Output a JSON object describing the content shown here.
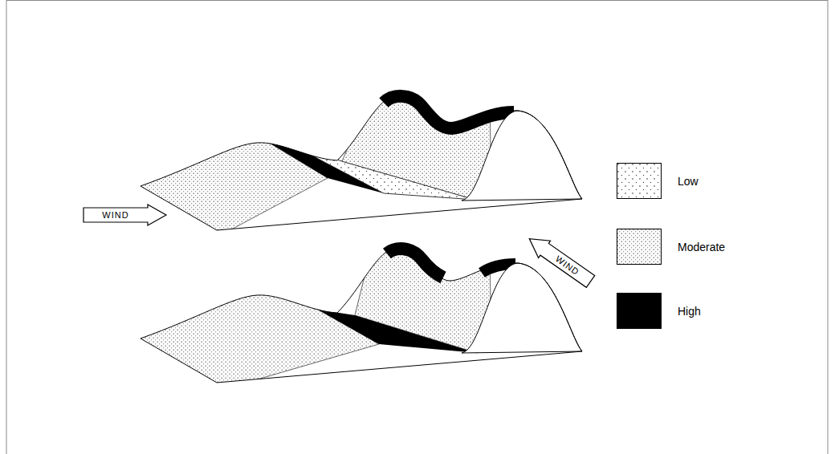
{
  "diagram": {
    "nodes": [
      {
        "text": [
          "WIND"
        ]
      },
      {
        "text": [
          "WIND"
        ]
      }
    ],
    "legend": [
      {
        "text": "Low"
      },
      {
        "text": "Moderate"
      },
      {
        "text": "High",
        "color": "#000000"
      }
    ]
  }
}
